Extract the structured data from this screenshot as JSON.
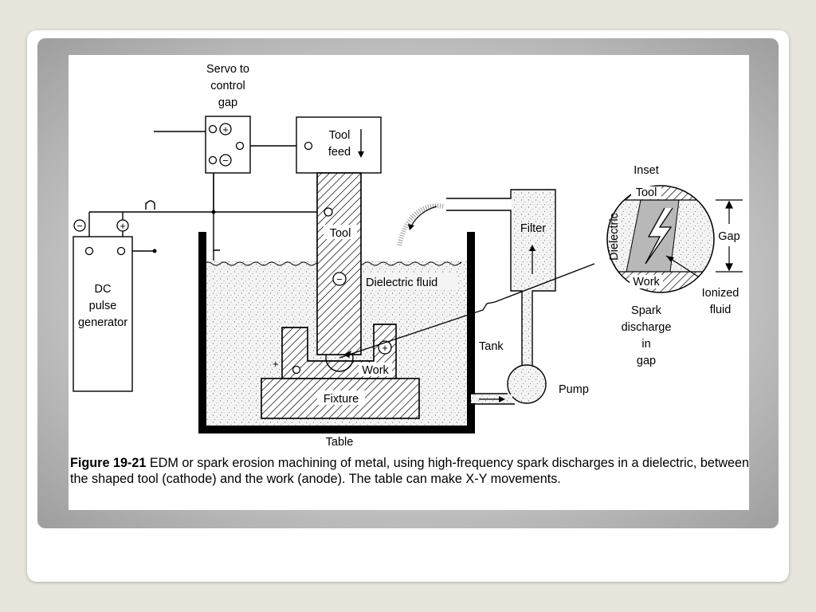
{
  "figure": {
    "labels": {
      "servo_line1": "Servo to",
      "servo_line2": "control",
      "servo_line3": "gap",
      "tool_feed_line1": "Tool",
      "tool_feed_line2": "feed",
      "dc_line1": "DC",
      "dc_line2": "pulse",
      "dc_line3": "generator",
      "tool": "Tool",
      "dielectric_fluid": "Dielectric fluid",
      "work": "Work",
      "fixture": "Fixture",
      "table": "Table",
      "tank": "Tank",
      "pump": "Pump",
      "filter": "Filter",
      "inset": "Inset",
      "inset_tool": "Tool",
      "inset_work": "Work",
      "inset_dielectric": "Dielectric",
      "gap": "Gap",
      "ionized_line1": "Ionized",
      "ionized_line2": "fluid",
      "spark_line1": "Spark",
      "spark_line2": "discharge",
      "spark_line3": "in",
      "spark_line4": "gap",
      "plus": "+",
      "minus": "−"
    },
    "caption": {
      "label": "Figure 19-21",
      "text": " EDM or spark erosion machining of metal, using high-frequency spark discharges in a dielectric, between the shaped tool (cathode) and the work (anode). The table can make X-Y movements."
    }
  }
}
